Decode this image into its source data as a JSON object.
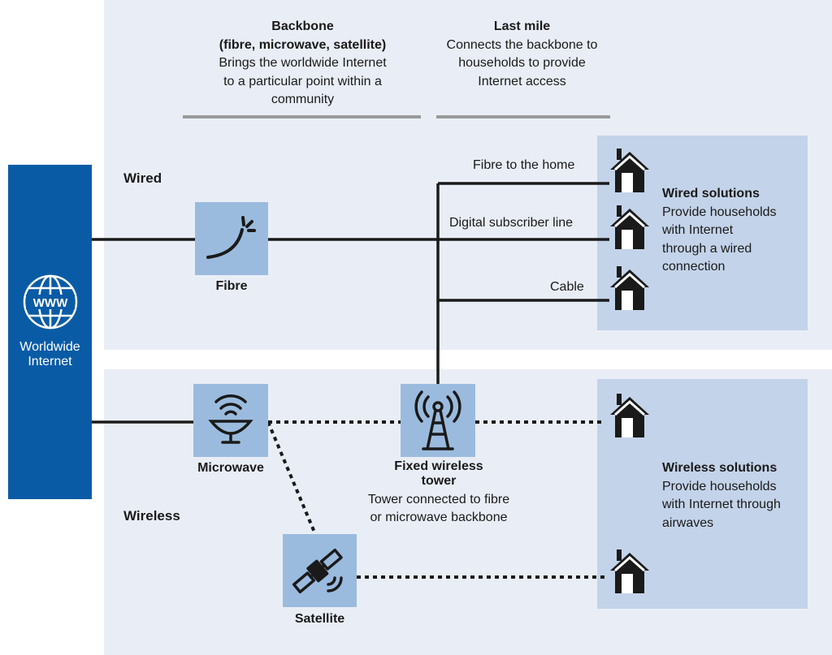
{
  "headers": {
    "backbone_title": "Backbone",
    "backbone_subtitle": "(fibre, microwave, satellite)",
    "backbone_desc": [
      "Brings the worldwide Internet",
      "to a particular point within a",
      "community"
    ],
    "lastmile_title": "Last mile",
    "lastmile_desc": [
      "Connects the backbone to",
      "households to provide",
      "Internet access"
    ]
  },
  "internet": {
    "icon_text": "WWW",
    "label": [
      "Worldwide",
      "Internet"
    ]
  },
  "sections": {
    "wired": "Wired",
    "wireless": "Wireless"
  },
  "nodes": {
    "fibre": "Fibre",
    "microwave": "Microwave",
    "tower_title": [
      "Fixed wireless",
      "tower"
    ],
    "tower_desc": [
      "Tower connected to fibre",
      "or microwave backbone"
    ],
    "satellite": "Satellite"
  },
  "connections": {
    "ftth": "Fibre to the home",
    "dsl": "Digital subscriber line",
    "cable": "Cable"
  },
  "solutions": {
    "wired_title": "Wired solutions",
    "wired_desc": [
      "Provide households",
      "with Internet",
      "through a wired",
      "connection"
    ],
    "wireless_title": "Wireless solutions",
    "wireless_desc": [
      "Provide households",
      "with Internet through",
      "airwaves"
    ]
  },
  "colors": {
    "panel": "#e9eef6",
    "solution_box": "#c3d3e9",
    "tile": "#9bbbde",
    "internet_bar": "#0a5ba6",
    "rule": "#9a9a9a"
  }
}
